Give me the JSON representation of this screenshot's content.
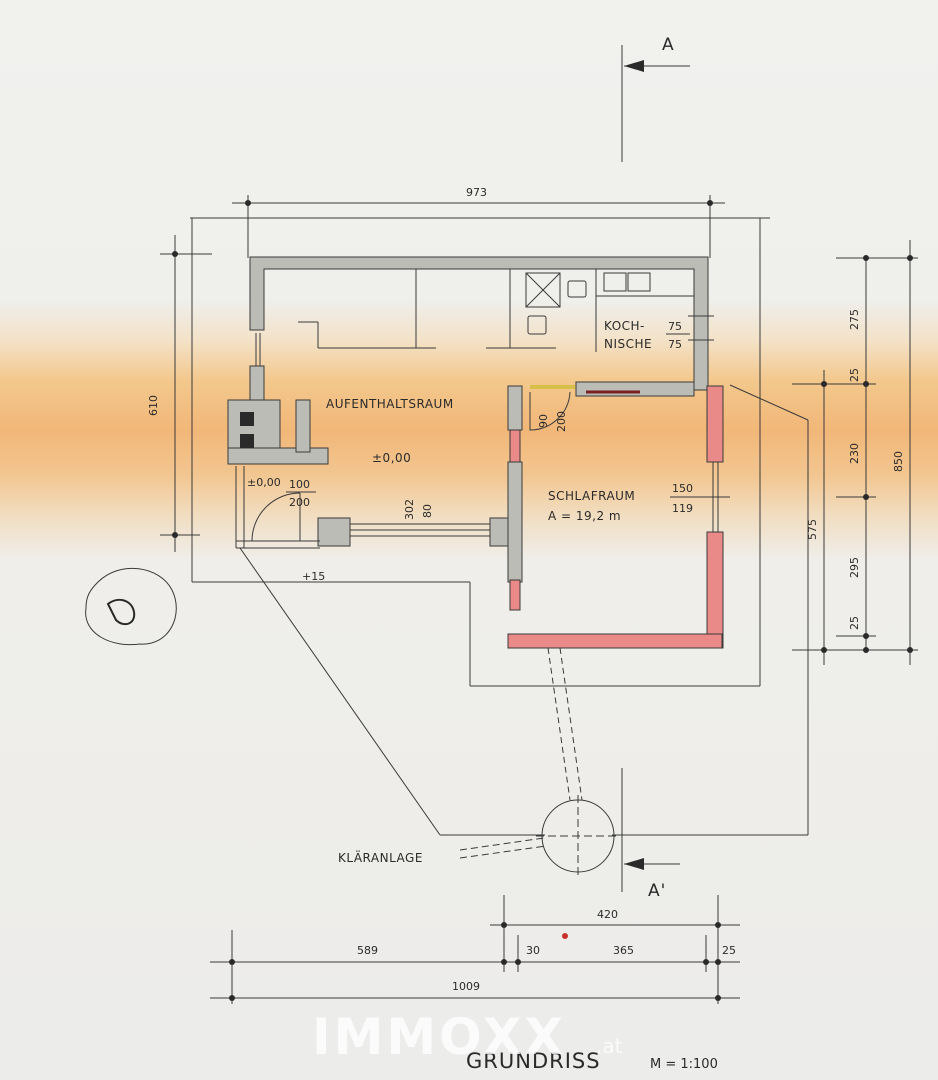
{
  "section_marks": {
    "top": "A",
    "bottom": "A'"
  },
  "rooms": {
    "living": "AUFENTHALTSRAUM",
    "living_level": "±0,00",
    "kitchen_line1": "KOCH-",
    "kitchen_line2": "NISCHE",
    "kitchen_dim1": "75",
    "kitchen_dim2": "75",
    "bedroom": "SCHLAFRAUM",
    "bedroom_area": "A = 19,2 m",
    "septic": "KLÄRANLAGE"
  },
  "openings": {
    "entry_level": "±0,00",
    "entry_w": "100",
    "entry_h": "200",
    "door_w": "90",
    "door_h": "200",
    "window_w": "302",
    "window_h": "80",
    "bed_window_w": "150",
    "bed_window_h": "119",
    "terrace_level": "+15"
  },
  "dimensions": {
    "top_total": "973",
    "left_height": "610",
    "right_chain": [
      "275",
      "25",
      "230",
      "295",
      "25"
    ],
    "right_total": "850",
    "right_575": "575",
    "bottom_420": "420",
    "bottom_589": "589",
    "bottom_30": "30",
    "bottom_365": "365",
    "bottom_25": "25",
    "bottom_total": "1009"
  },
  "title": {
    "name": "GRUNDRISS",
    "scale": "M = 1:100"
  },
  "watermark": {
    "text": "IMMOXX",
    "suffix": ".at"
  }
}
